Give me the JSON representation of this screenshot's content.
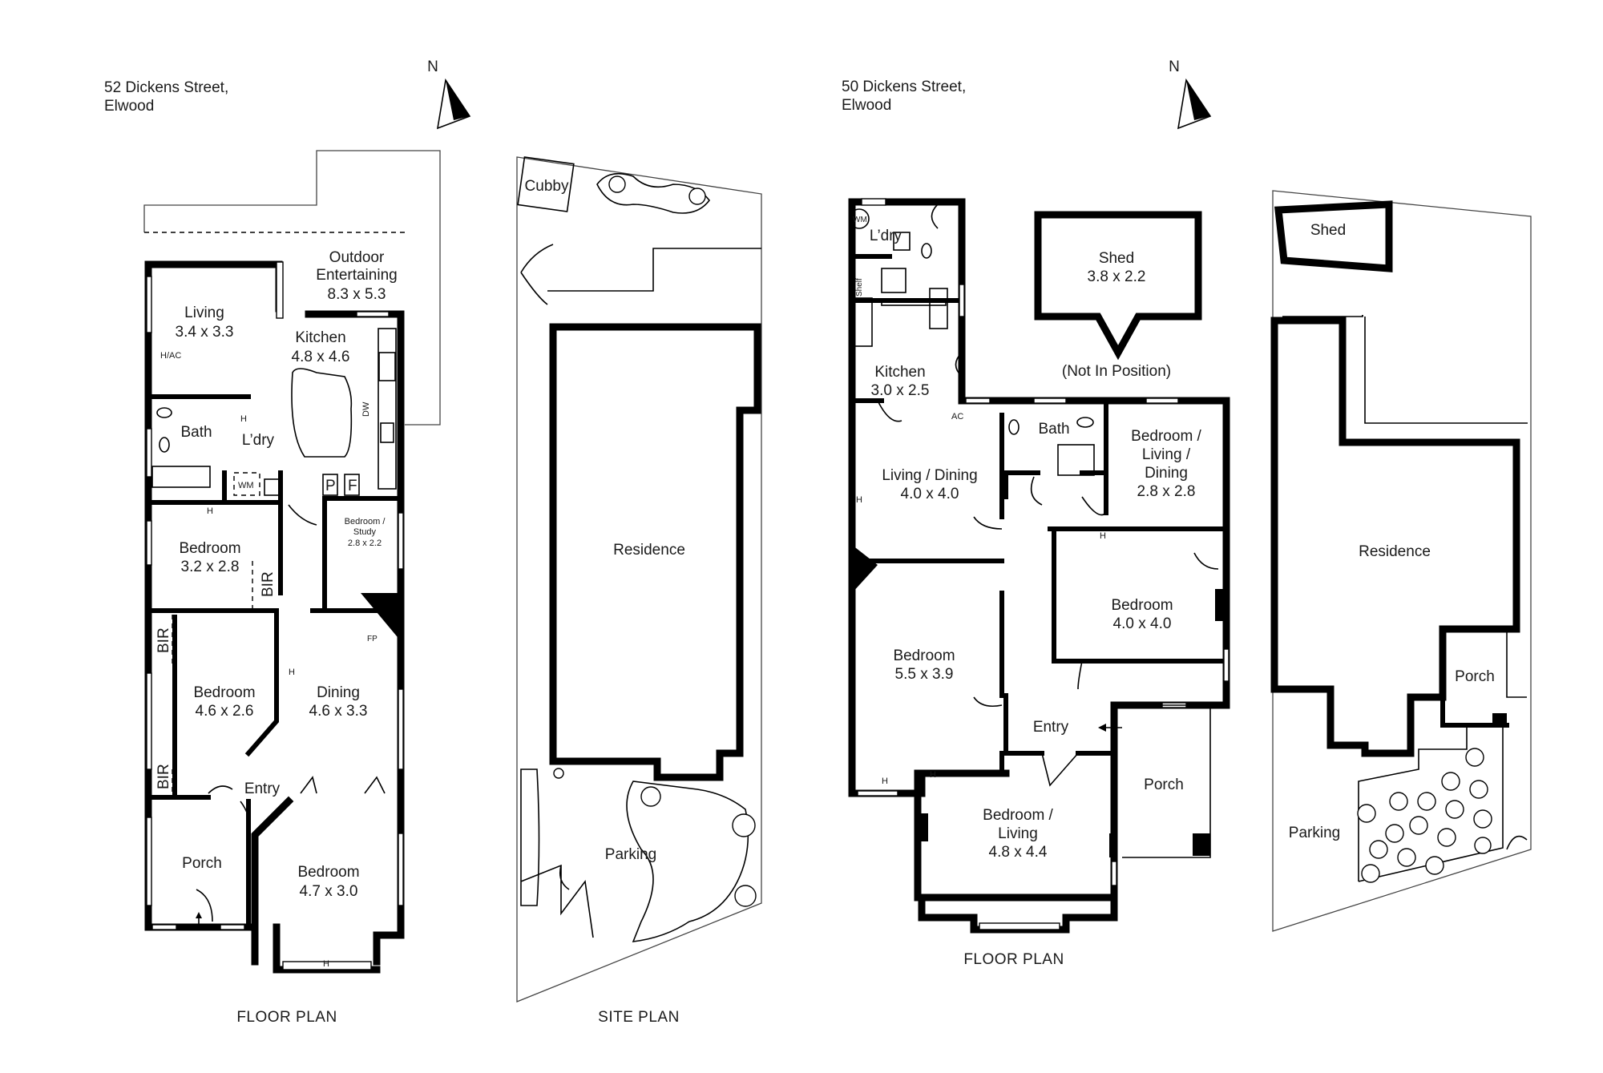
{
  "properties": [
    {
      "address_line1": "52 Dickens Street,",
      "address_line2": "Elwood",
      "north_label": "N",
      "floor_plan_caption": "FLOOR PLAN",
      "site_plan_caption": "SITE PLAN",
      "rooms": {
        "outdoor_name": "Outdoor\nEntertaining",
        "outdoor_size": "8.3 x 5.3",
        "living_name": "Living",
        "living_size": "3.4 x 3.3",
        "kitchen_name": "Kitchen",
        "kitchen_size": "4.8 x 4.6",
        "bath_name": "Bath",
        "laundry_name": "L’dry",
        "bedroom1_name": "Bedroom",
        "bedroom1_size": "3.2 x 2.8",
        "study_name": "Bedroom /\nStudy",
        "study_size": "2.8 x 2.2",
        "bedroom2_name": "Bedroom",
        "bedroom2_size": "4.6 x 2.6",
        "dining_name": "Dining",
        "dining_size": "4.6 x 3.3",
        "entry_name": "Entry",
        "porch_name": "Porch",
        "bedroom3_name": "Bedroom",
        "bedroom3_size": "4.7 x 3.0"
      },
      "fixtures": {
        "hac": "H/AC",
        "heater": "H",
        "dishwasher": "DW",
        "pantry": "P",
        "fridge": "F",
        "washing_machine": "WM",
        "built_in_robe": "BIR",
        "fireplace": "FP"
      },
      "site": {
        "cubby": "Cubby",
        "residence": "Residence",
        "parking": "Parking"
      }
    },
    {
      "address_line1": "50 Dickens Street,",
      "address_line2": "Elwood",
      "north_label": "N",
      "floor_plan_caption": "FLOOR PLAN",
      "rooms": {
        "laundry_name": "L’dry",
        "kitchen_name": "Kitchen",
        "kitchen_size": "3.0 x 2.5",
        "shed_name": "Shed",
        "shed_size": "3.8 x 2.2",
        "shed_note": "(Not In Position)",
        "living_dining_name": "Living / Dining",
        "living_dining_size": "4.0 x 4.0",
        "bath_name": "Bath",
        "bedroom_ld_name": "Bedroom /\nLiving /\nDining",
        "bedroom_ld_size": "2.8 x 2.8",
        "bedroom_a_name": "Bedroom",
        "bedroom_a_size": "4.0 x 4.0",
        "bedroom_b_name": "Bedroom",
        "bedroom_b_size": "5.5 x 3.9",
        "entry_name": "Entry",
        "porch_name": "Porch",
        "bedroom_living_name": "Bedroom /\nLiving",
        "bedroom_living_size": "4.8 x 4.4"
      },
      "fixtures": {
        "washing_machine": "WM",
        "shelf": "Shelf",
        "ac": "AC",
        "heater": "H"
      },
      "site": {
        "shed": "Shed",
        "residence": "Residence",
        "porch": "Porch",
        "parking": "Parking"
      }
    }
  ]
}
